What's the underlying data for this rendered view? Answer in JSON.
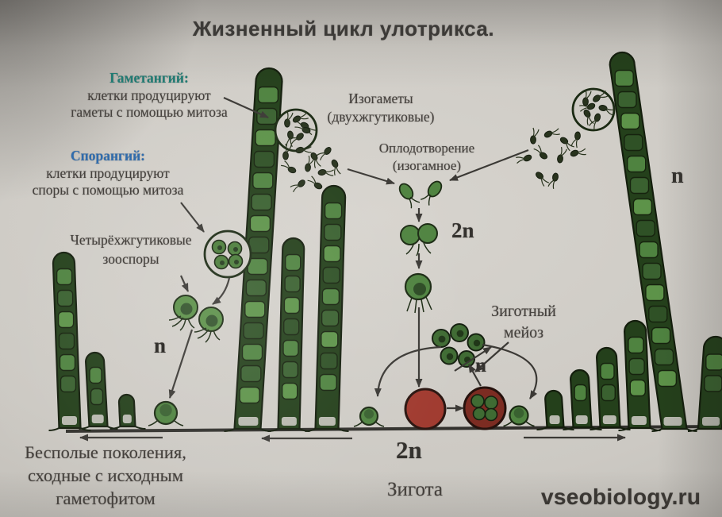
{
  "title": "Жизненный цикл улотрикса.",
  "left_panel": {
    "gametangium_heading": "Гаметангий:",
    "gametangium_line1": "клетки продуцируют",
    "gametangium_line2": "гаметы с помощью митоза",
    "sporangium_heading": "Спорангий:",
    "sporangium_line1": "клетки продуцируют",
    "sporangium_line2": "споры с помощью митоза",
    "zoospores_line1": "Четырёхжгутиковые",
    "zoospores_line2": "зооспоры"
  },
  "center": {
    "isogametes_line1": "Изогаметы",
    "isogametes_line2": "(двухжгутиковые)",
    "fertilization_line1": "Оплодотворение",
    "fertilization_line2": "(изогамное)",
    "meiosis_line1": "Зиготный",
    "meiosis_line2": "мейоз"
  },
  "ploidy": {
    "haploid": "n",
    "diploid": "2n"
  },
  "bottom": {
    "asexual_line1": "Бесполые поколения,",
    "asexual_line2": "сходные с исходным",
    "asexual_line3": "гаметофитом",
    "zygote_ploidy": "2n",
    "zygote_label": "Зигота",
    "watermark": "vseobiology.ru"
  },
  "colors": {
    "heading_teal": "#1f7b73",
    "heading_blue": "#2f6cae",
    "algae_green": "#4f8340",
    "filament_dark": "#24401b",
    "zygote_red": "#a03a2f",
    "zygote_dark_red": "#7c2c22",
    "paper": "#ccc9c3",
    "ink": "#3b3935"
  }
}
